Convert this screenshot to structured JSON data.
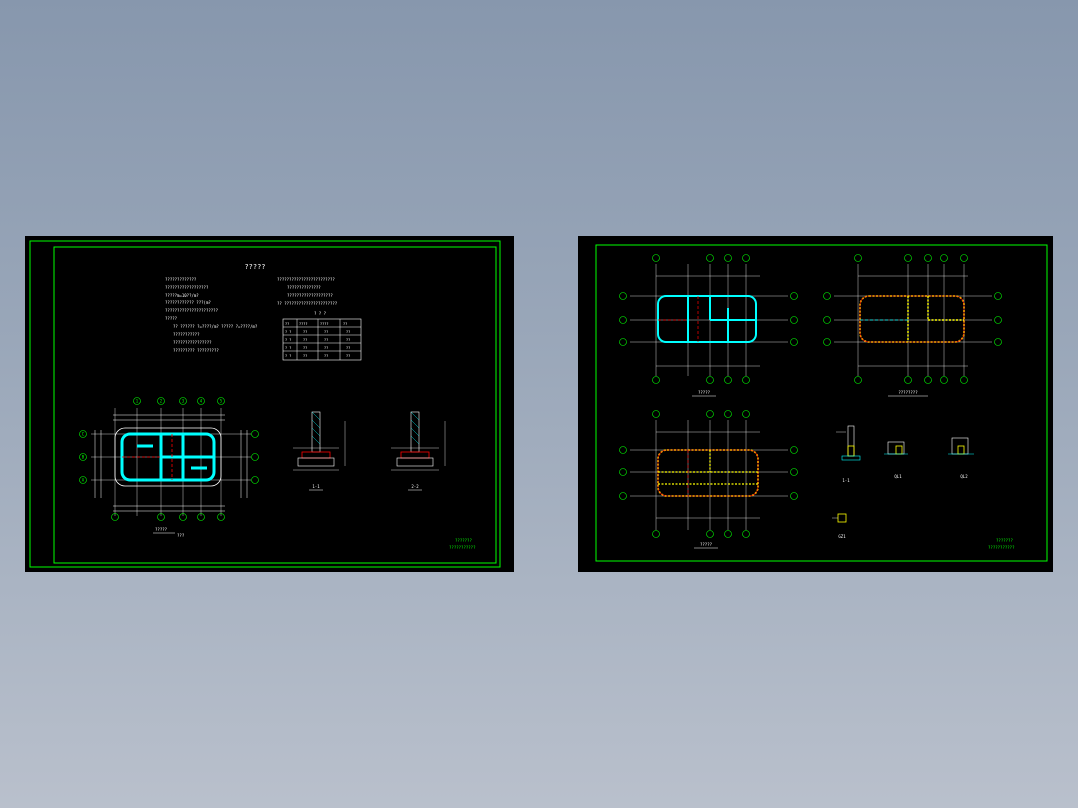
{
  "viewer": {
    "background_color": "#8a99ae"
  },
  "sheet_left": {
    "title": "?????",
    "notes": [
      "?????????????",
      "??????????????????",
      "?????m=10??/m?",
      "???????????? ???(m?",
      "??????????????????????",
      "?????",
      "?? ?????? ?=????/m? ????? ?=????/m?",
      "???????????",
      "????????????????",
      "????????? ?????????",
      "????????????????????????",
      "??????????????",
      "???????????????????",
      "?? ??????????????????????"
    ],
    "table_caption": "? ? ?",
    "table_rows": [
      [
        "??",
        "????",
        "????",
        "??"
      ],
      [
        "? ?",
        "??",
        "??",
        "??"
      ],
      [
        "? ?",
        "??",
        "??",
        "??"
      ],
      [
        "? ?",
        "??",
        "??",
        "??"
      ],
      [
        "? ?",
        "??",
        "??",
        "??"
      ]
    ],
    "plan_label": "?????",
    "plan_sublabel": "???",
    "section_1_label": "1-1",
    "section_2_label": "2-2",
    "axis_letters": [
      "A",
      "B",
      "C"
    ],
    "axis_numbers": [
      "1",
      "2",
      "3",
      "4",
      "5"
    ],
    "title_block_line1": "???????",
    "title_block_line2": "???????????"
  },
  "sheet_right": {
    "plan_a_label": "?????",
    "plan_b_label": "????????",
    "plan_c_label": "?????",
    "section_1_label": "1-1",
    "section_ql1_label": "QL1",
    "section_ql2_label": "QL2",
    "section_gzl_label": "GZ1",
    "axis_letters": [
      "A",
      "B",
      "C"
    ],
    "axis_numbers": [
      "1",
      "2",
      "3",
      "4",
      "5"
    ],
    "title_block_line1": "???????",
    "title_block_line2": "???????????"
  },
  "colors": {
    "frame_green": "#00ff00",
    "dim_white": "#ffffff",
    "wall_cyan": "#00ffff",
    "rebar_red": "#ff0000",
    "beam_yellow": "#ffff00"
  }
}
